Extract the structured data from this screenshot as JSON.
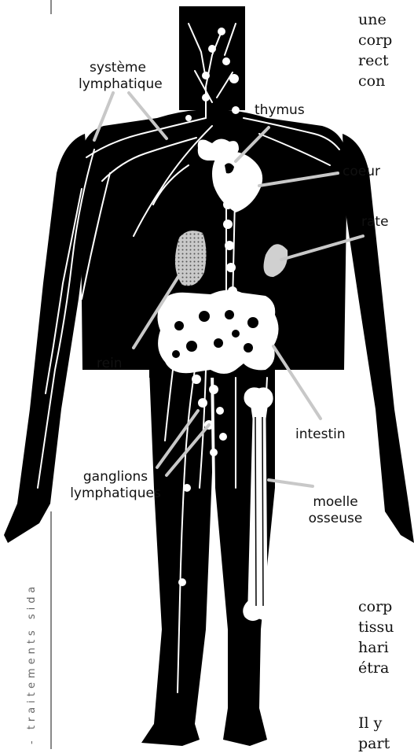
{
  "labels": {
    "systeme_lymphatique": [
      "système",
      "lymphatique"
    ],
    "thymus": "thymus",
    "coeur": "coeur",
    "rate": "rate",
    "rein": "rein",
    "intestin": "intestin",
    "ganglions_lymphatiques": [
      "ganglions",
      "lymphatiques"
    ],
    "moelle_osseuse": [
      "moelle",
      "osseuse"
    ]
  },
  "side_text": {
    "top_lines": [
      "une",
      "corp",
      "rect",
      "con"
    ],
    "bottom_lines": [
      "corp",
      "tissu",
      "hari",
      "étra"
    ],
    "last_line": [
      "Il y",
      "part"
    ]
  },
  "footer_vertical": "- traitements sida",
  "colors": {
    "body": "#000000",
    "organ": "#ffffff",
    "pointer": "#c8c8c8",
    "spleen": "#d0d0d0"
  }
}
